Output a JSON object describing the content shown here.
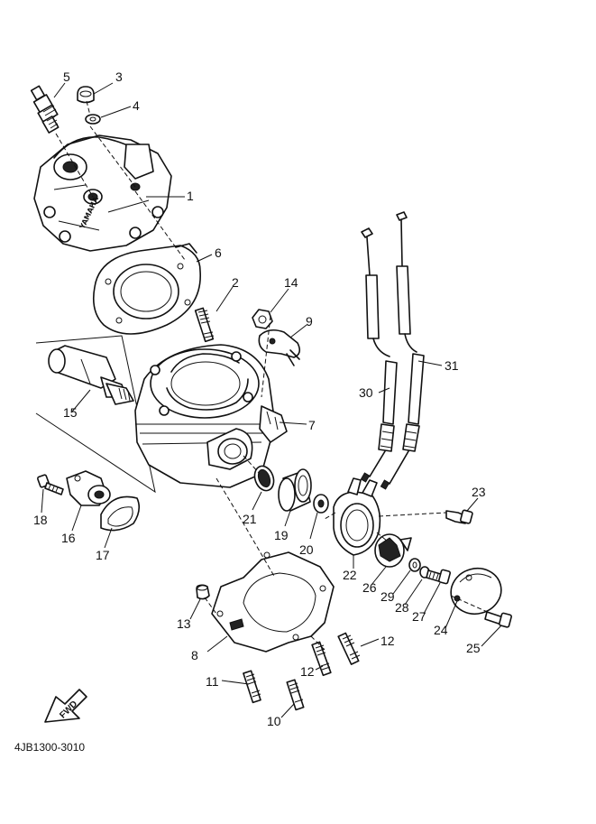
{
  "diagram_code": "4JB1300-3010",
  "fwd_label": "FWD",
  "head_marking": "YAMAHA",
  "callouts": {
    "c1": "1",
    "c2": "2",
    "c3": "3",
    "c4": "4",
    "c5": "5",
    "c6": "6",
    "c7": "7",
    "c8": "8",
    "c9": "9",
    "c10": "10",
    "c11": "11",
    "c12a": "12",
    "c12b": "12",
    "c13": "13",
    "c14": "14",
    "c15": "15",
    "c16": "16",
    "c17": "17",
    "c18": "18",
    "c19": "19",
    "c20": "20",
    "c21": "21",
    "c22": "22",
    "c23": "23",
    "c24": "24",
    "c25": "25",
    "c26": "26",
    "c27": "27",
    "c28": "28",
    "c29": "29",
    "c30": "30",
    "c31": "31"
  }
}
